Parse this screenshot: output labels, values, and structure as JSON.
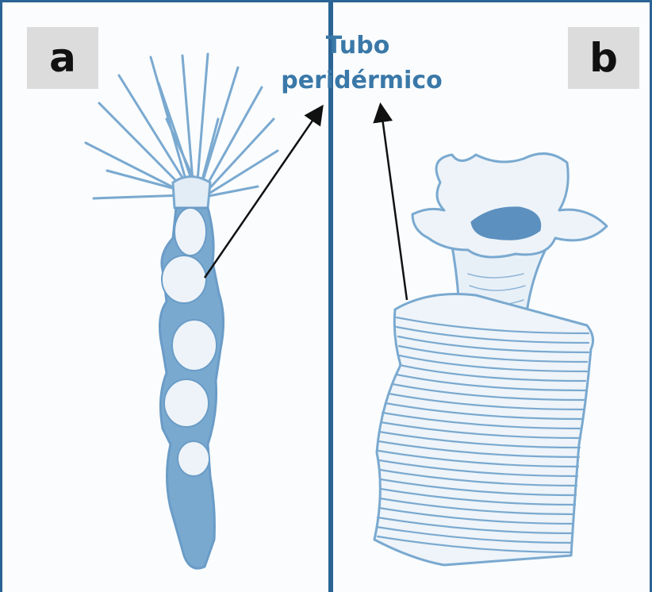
{
  "panels": {
    "a": {
      "label": "a"
    },
    "b": {
      "label": "b"
    }
  },
  "annotation": {
    "line1": "Tubo",
    "line2": "peridérmico"
  },
  "colors": {
    "sketch": "#7aa9d0",
    "sketch_dark": "#5c90bf",
    "frame": "#2b6494",
    "caption": "#3a78a8",
    "label_bg": "#dcdcdc"
  }
}
